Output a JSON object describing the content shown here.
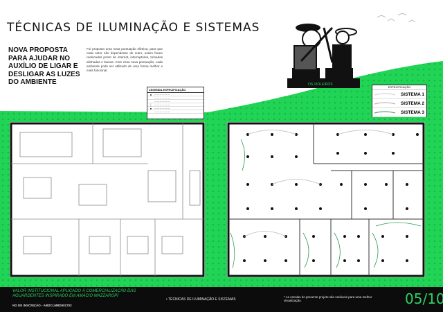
{
  "title": "TÉCNICAS DE ILUMINAÇÃO E SISTEMAS",
  "subtitle": "NOVA PROPOSTA PARA AJUDAR NO AUXÍLIO DE LIGAR E DESLIGAR AS LUZES DO AMBIENTE",
  "description": "Foi proposto uma nova pontuação elétrica, para que cada setor não dependesse de outro, assim foram realocados ponto de internet, interruptores, tomadas alinhadas e baixas. Com essa nova pontuação, cada ambiente pode ser utilizado de uma forma melhor e mais funcional.",
  "legend_left": {
    "title": "LEGENDA ESPECIFICAÇÃO",
    "rows": [
      "●",
      "",
      "",
      "┆",
      "●",
      ""
    ]
  },
  "legend_right": {
    "title": "ESPECIFICAÇÃO",
    "items": [
      "SISTEMA 1",
      "SISTEMA 2",
      "SISTEMA 3"
    ]
  },
  "illustration_caption": "OS VIOLEIROS",
  "colors": {
    "green": "#22d455",
    "black": "#0c0c0c",
    "system3": "#2a9a4a"
  },
  "footer": {
    "project": "VALOR INSTITUCIONAL APLICADO À COMERCIALIZAÇÃO DAS AGUARDENTES INSPIRADO EM AMÁCIO MAZZAROPI",
    "registration": "NO DE INSCRIÇÃO - ABDCLMBD001702",
    "section": "• TÉCNICAS DE ILUMINAÇÃO E SISTEMAS",
    "note": "* As escalas do presente projeto são variáveis para uma melhor visualização.",
    "page": "05/10"
  }
}
